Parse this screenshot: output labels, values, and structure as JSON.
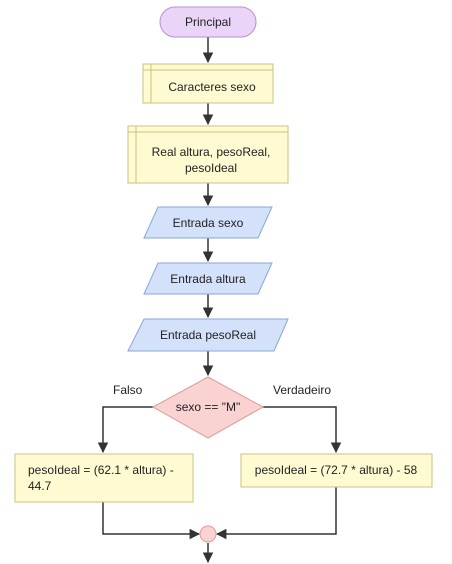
{
  "flowchart": {
    "start": {
      "label": "Principal"
    },
    "declare_char": {
      "label": "Caracteres sexo"
    },
    "declare_real": {
      "line1": "Real altura, pesoReal,",
      "line2": "pesoIdeal"
    },
    "input_sexo": {
      "label": "Entrada sexo"
    },
    "input_altura": {
      "label": "Entrada altura"
    },
    "input_peso": {
      "label": "Entrada pesoReal"
    },
    "decision": {
      "label": "sexo == \"M\"",
      "false_label": "Falso",
      "true_label": "Verdadeiro"
    },
    "assign_false": {
      "line1": "pesoIdeal = (62.1 * altura) -",
      "line2": "44.7"
    },
    "assign_true": {
      "label": "pesoIdeal = (72.7 * altura) - 58"
    }
  },
  "colors": {
    "terminal_fill": "#ead4f7",
    "terminal_stroke": "#b98fd6",
    "process_fill": "#fefbd2",
    "process_stroke": "#c8c37a",
    "io_fill": "#d3e1fb",
    "io_stroke": "#8aa6d6",
    "decision_fill": "#fbd2d2",
    "decision_stroke": "#d99a9a",
    "connector_fill": "#fbd2d2",
    "edge": "#333333"
  }
}
